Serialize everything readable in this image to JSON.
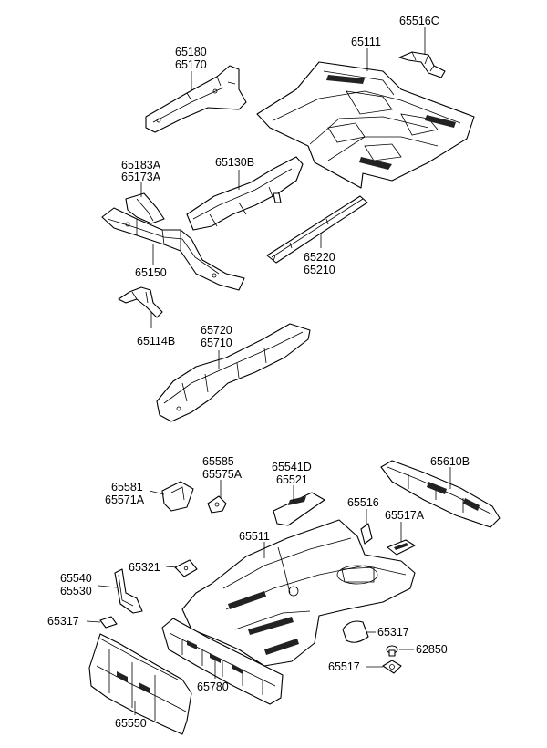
{
  "callouts": {
    "c65516c": "65516C",
    "c65111": "65111",
    "c65180": "65180",
    "c65170": "65170",
    "c65183a": "65183A",
    "c65173a": "65173A",
    "c65130b": "65130B",
    "c65150": "65150",
    "c65220": "65220",
    "c65210": "65210",
    "c65114b": "65114B",
    "c65720": "65720",
    "c65710": "65710",
    "c65585": "65585",
    "c65575a": "65575A",
    "c65541d": "65541D",
    "c65521": "65521",
    "c65610b": "65610B",
    "c65581": "65581",
    "c65571a": "65571A",
    "c65516": "65516",
    "c65517a": "65517A",
    "c65511": "65511",
    "c65321": "65321",
    "c65540": "65540",
    "c65530": "65530",
    "c65317a": "65317",
    "c65317b": "65317",
    "c62850": "62850",
    "c65517": "65517",
    "c65780": "65780",
    "c65550": "65550"
  }
}
